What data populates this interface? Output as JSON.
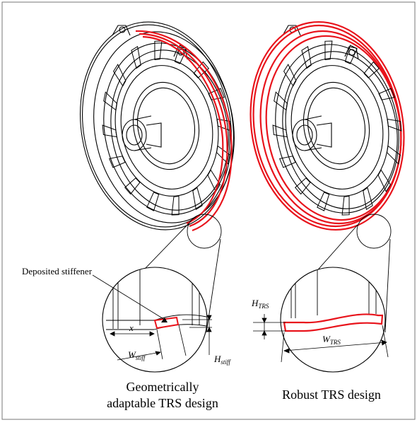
{
  "labels": {
    "deposited_stiffener": "Deposited stiffener",
    "x": "x",
    "w_stiff_main": "W",
    "w_stiff_sub": "stiff",
    "h_stiff_main": "H",
    "h_stiff_sub": "stiff",
    "h_trs_main": "H",
    "h_trs_sub": "TRS",
    "w_trs_main": "W",
    "w_trs_sub": "TRS"
  },
  "captions": {
    "left_line1": "Geometrically",
    "left_line2": "adaptable TRS design",
    "right": "Robust TRS design"
  },
  "colors": {
    "ink": "#000000",
    "highlight": "#e8141c",
    "frame": "#777777"
  },
  "panels": {
    "left": {
      "type": "turbine-casing",
      "highlight": "partial-ring"
    },
    "right": {
      "type": "turbine-casing",
      "highlight": "full-ring"
    }
  }
}
